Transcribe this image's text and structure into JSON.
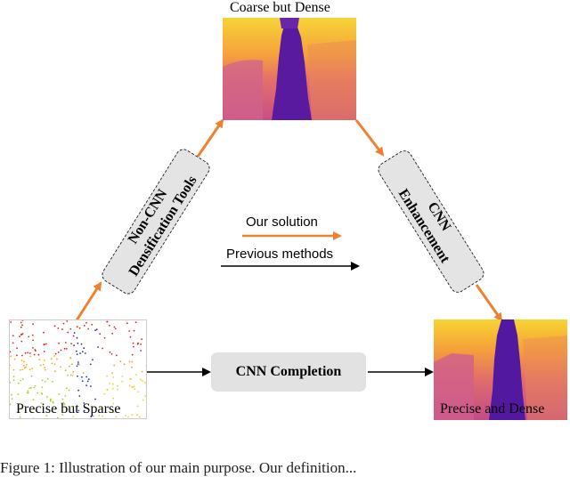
{
  "nodes": {
    "coarse_dense": "Coarse but Dense",
    "precise_sparse": "Precise but Sparse",
    "precise_dense": "Precise and Dense"
  },
  "boxes": {
    "non_cnn_line1": "Non-CNN",
    "non_cnn_line2": "Densification Tools",
    "cnn_enh_line1": "CNN",
    "cnn_enh_line2": "Enhancement",
    "cnn_completion": "CNN Completion"
  },
  "legend": {
    "our_solution": "Our solution",
    "previous_methods": "Previous methods"
  },
  "caption": "Figure 1: Illustration of our main purpose. Our definition...",
  "colors": {
    "orange_arrow": "#f08030",
    "black_arrow": "#000000",
    "box_fill": "#e4e4e4"
  }
}
